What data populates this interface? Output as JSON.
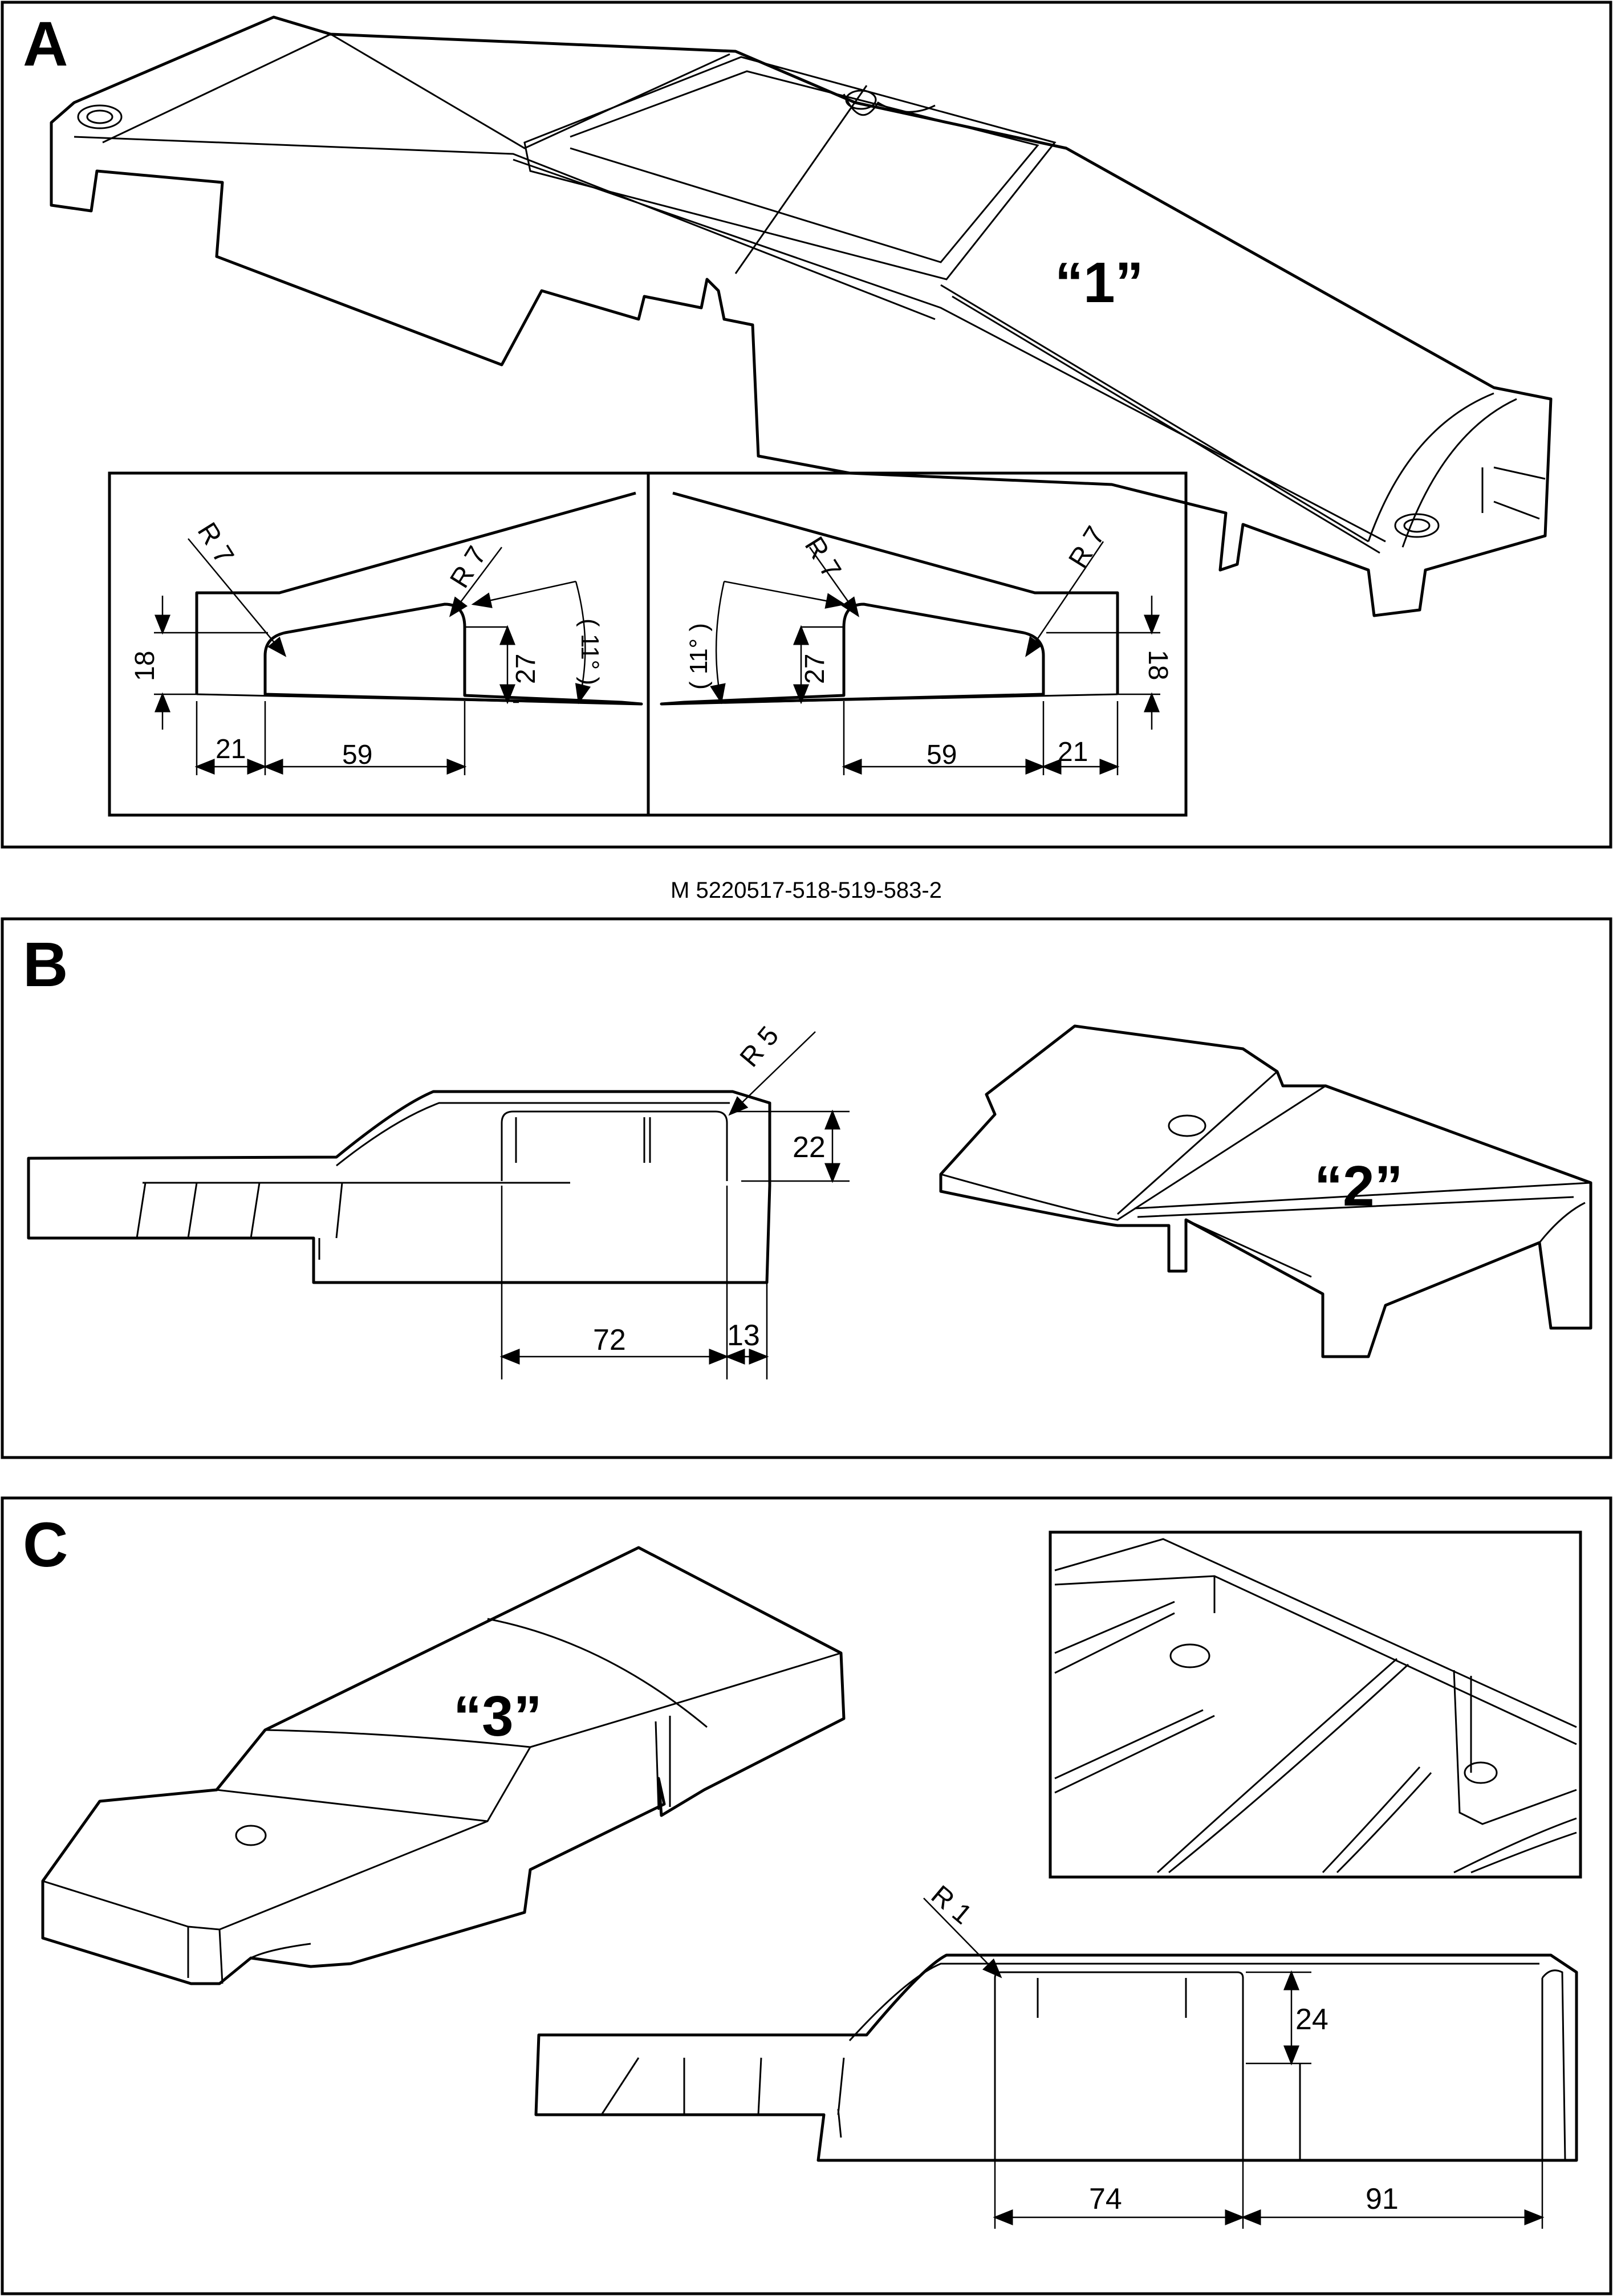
{
  "panel_a": {
    "letter": "A",
    "part_label": "“1”",
    "left_detail": {
      "r_left": "R 7",
      "r_right": "R 7",
      "h18": "18",
      "h27": "27",
      "angle": "( 11° )",
      "w21": "21",
      "w59": "59"
    },
    "right_detail": {
      "r_left": "R 7",
      "r_right": "R 7",
      "h18": "18",
      "h27": "27",
      "angle": "( 11° )",
      "w21": "21",
      "w59": "59"
    }
  },
  "reference_code": "M 5220517-518-519-583-2",
  "panel_b": {
    "letter": "B",
    "part_label": "“2”",
    "radius": "R 5",
    "h22": "22",
    "w72": "72",
    "w13": "13"
  },
  "panel_c": {
    "letter": "C",
    "part_label": "“3”",
    "radius": "R 1",
    "h24": "24",
    "w74": "74",
    "w91": "91"
  },
  "colors": {
    "line": "#000000",
    "background": "#ffffff"
  }
}
